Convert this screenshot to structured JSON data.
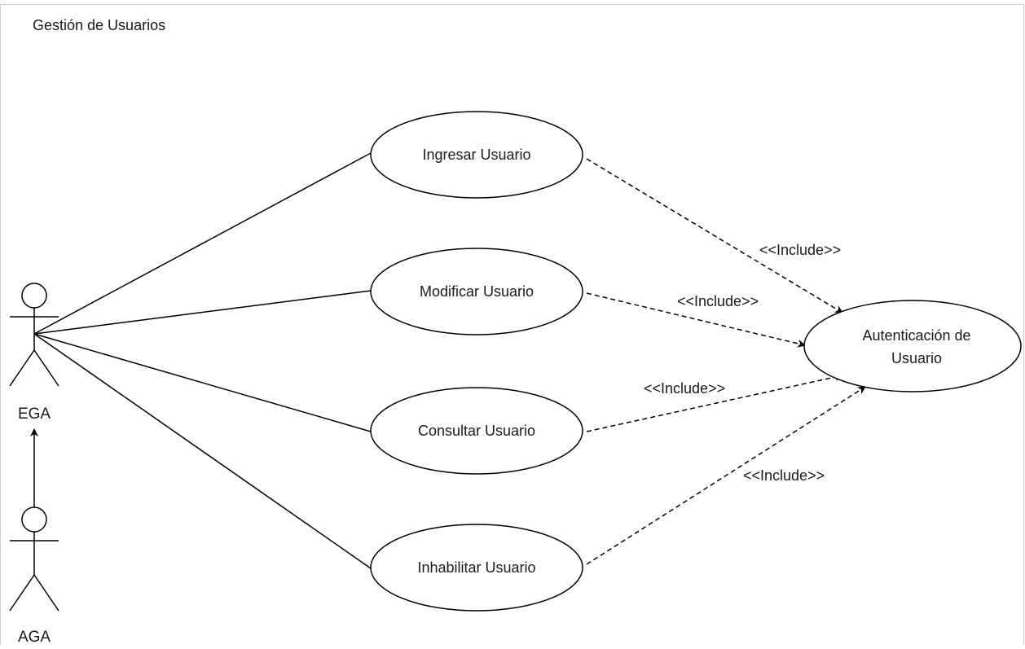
{
  "diagram": {
    "boundary_label": "Gestión de Usuarios",
    "actors": [
      {
        "id": "ega",
        "label": "EGA"
      },
      {
        "id": "aga",
        "label": "AGA"
      }
    ],
    "use_cases": [
      {
        "id": "ingresar",
        "label": "Ingresar Usuario"
      },
      {
        "id": "modificar",
        "label": "Modificar Usuario"
      },
      {
        "id": "consultar",
        "label": "Consultar Usuario"
      },
      {
        "id": "inhabilitar",
        "label": "Inhabilitar Usuario"
      },
      {
        "id": "autenticacion",
        "label_line1": "Autenticación de",
        "label_line2": "Usuario"
      }
    ],
    "relations": [
      {
        "from": "ingresar",
        "to": "autenticacion",
        "label": "<<Include>>"
      },
      {
        "from": "modificar",
        "to": "autenticacion",
        "label": "<<Include>>"
      },
      {
        "from": "consultar",
        "to": "autenticacion",
        "label": "<<Include>>"
      },
      {
        "from": "inhabilitar",
        "to": "autenticacion",
        "label": "<<Include>>"
      }
    ]
  }
}
